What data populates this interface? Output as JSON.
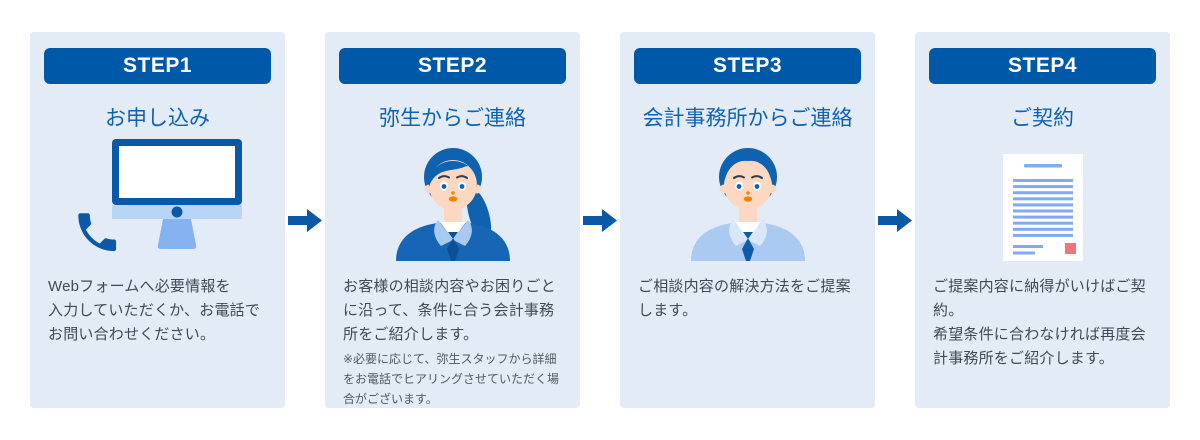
{
  "diagram": {
    "kind": "process-step-flow",
    "colors": {
      "primary_blue": "#0058a9",
      "title_blue": "#0f62b0",
      "card_background": "#e3ebf6",
      "body_text": "#3f4a54",
      "note_text": "#4e5963",
      "badge_text": "#ffffff",
      "pale_blue": "#b9d5f5",
      "stand_blue": "#84b3f0",
      "doc_line_blue": "#82aaf0",
      "stamp_red": "#f4747e",
      "skin": "#fcd8c3",
      "face_accent_orange": "#f08300",
      "suit_light_blue": "#aacaf2",
      "lapel_light_blue": "#a9c9f2",
      "tie_navy": "#0c4f97"
    },
    "arrow_icon": "right-arrow-icon",
    "steps": [
      {
        "badge": "STEP1",
        "title": "お申し込み",
        "icon": "computer-and-phone-icon",
        "body": "Webフォームへ必要情報を\n入力していただくか、お電話で\nお問い合わせください。"
      },
      {
        "badge": "STEP2",
        "title": "弥生からご連絡",
        "icon": "female-staff-illustration",
        "body": "お客様の相談内容やお困りごと\nに沿って、条件に合う会計事務\n所をご紹介します。",
        "note": "※必要に応じて、弥生スタッフから詳細\nをお電話でヒアリングさせていただく場\n合がございます。"
      },
      {
        "badge": "STEP3",
        "title": "会計事務所からご連絡",
        "icon": "male-accountant-illustration",
        "body": "ご相談内容の解決方法をご提案\nします。"
      },
      {
        "badge": "STEP4",
        "title": "ご契約",
        "icon": "contract-document-icon",
        "body": "ご提案内容に納得がいけばご契\n約。\n希望条件に合わなければ再度会\n計事務所をご紹介します。"
      }
    ]
  }
}
